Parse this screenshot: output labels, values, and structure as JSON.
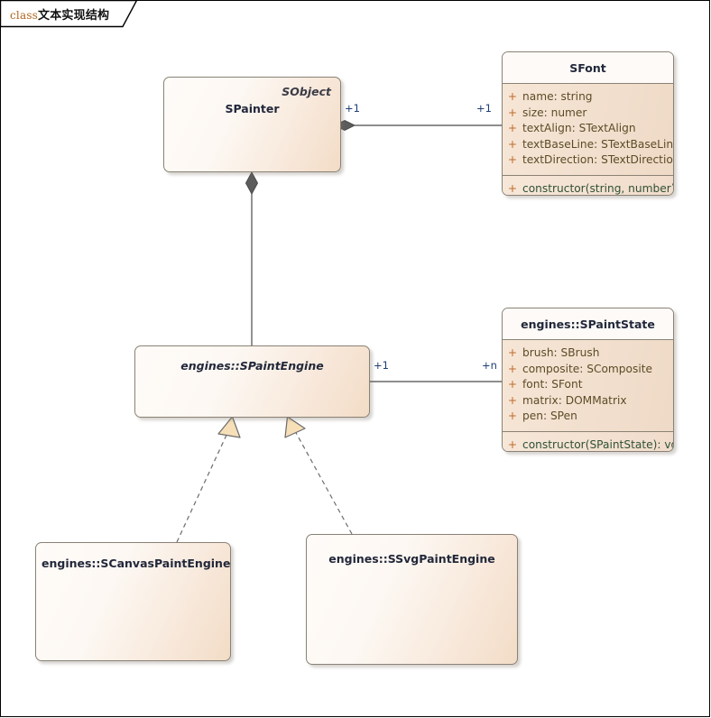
{
  "frame": {
    "keyword": "class",
    "name": "文本实现结构"
  },
  "classes": [
    {
      "id": "spainter",
      "name": "SPainter",
      "stereotype": "SObject",
      "abstract": false,
      "attributes": [],
      "operations": []
    },
    {
      "id": "sfont",
      "name": "SFont",
      "abstract": false,
      "attributes": [
        {
          "visibility": "+",
          "text": "name: string"
        },
        {
          "visibility": "+",
          "text": "size: numer"
        },
        {
          "visibility": "+",
          "text": "textAlign: STextAlign"
        },
        {
          "visibility": "+",
          "text": "textBaseLine: STextBaseLine"
        },
        {
          "visibility": "+",
          "text": "textDirection: STextDirection"
        }
      ],
      "operations": [
        {
          "visibility": "+",
          "text": "constructor(string, number): void"
        }
      ]
    },
    {
      "id": "spaintengine",
      "name": "engines::SPaintEngine",
      "abstract": true,
      "attributes": [],
      "operations": []
    },
    {
      "id": "spaintstate",
      "name": "engines::SPaintState",
      "abstract": false,
      "attributes": [
        {
          "visibility": "+",
          "text": "brush: SBrush"
        },
        {
          "visibility": "+",
          "text": "composite: SComposite"
        },
        {
          "visibility": "+",
          "text": "font: SFont"
        },
        {
          "visibility": "+",
          "text": "matrix: DOMMatrix"
        },
        {
          "visibility": "+",
          "text": "pen: SPen"
        }
      ],
      "operations": [
        {
          "visibility": "+",
          "text": "constructor(SPaintState): void"
        }
      ]
    },
    {
      "id": "scanvaspaintengine",
      "name": "engines::SCanvasPaintEngine",
      "abstract": false,
      "attributes": [],
      "operations": []
    },
    {
      "id": "ssvgpaintengine",
      "name": "engines::SSvgPaintEngine",
      "abstract": false,
      "attributes": [],
      "operations": []
    }
  ],
  "connectors": [
    {
      "id": "spainter-sfont",
      "type": "composition",
      "from": "spainter",
      "to": "sfont",
      "source_multiplicity": "+1",
      "target_multiplicity": "+1"
    },
    {
      "id": "spainter-spaintengine",
      "type": "composition",
      "from": "spainter",
      "to": "spaintengine",
      "source_multiplicity": "",
      "target_multiplicity": ""
    },
    {
      "id": "spaintengine-spaintstate",
      "type": "association",
      "from": "spaintengine",
      "to": "spaintstate",
      "source_multiplicity": "+1",
      "target_multiplicity": "+n"
    },
    {
      "id": "scanvas-realizes-spaintengine",
      "type": "realization",
      "from": "scanvaspaintengine",
      "to": "spaintengine",
      "source_multiplicity": "",
      "target_multiplicity": ""
    },
    {
      "id": "ssvg-realizes-spaintengine",
      "type": "realization",
      "from": "ssvgpaintengine",
      "to": "spaintengine",
      "source_multiplicity": "",
      "target_multiplicity": ""
    }
  ],
  "multiplicity_labels": {
    "spainter_right": "+1",
    "sfont_left": "+1",
    "spaintengine_right": "+1",
    "spaintstate_left": "+n"
  },
  "colors": {
    "class_border": "#8a8275",
    "class_fill_light": "#FDFAF7",
    "class_fill_peach": "#F2DFCE",
    "title_text": "#22283a",
    "attribute_text": "#5C4B26",
    "operation_text": "#2F5136",
    "visibility_text": "#C06A2B",
    "multiplicity_text": "#1d3f75",
    "connector_line": "#4a4a4a",
    "realization_arrow_fill": "#F7DFB8",
    "frame_border": "#000000",
    "frame_keyword": "#B2651B"
  }
}
